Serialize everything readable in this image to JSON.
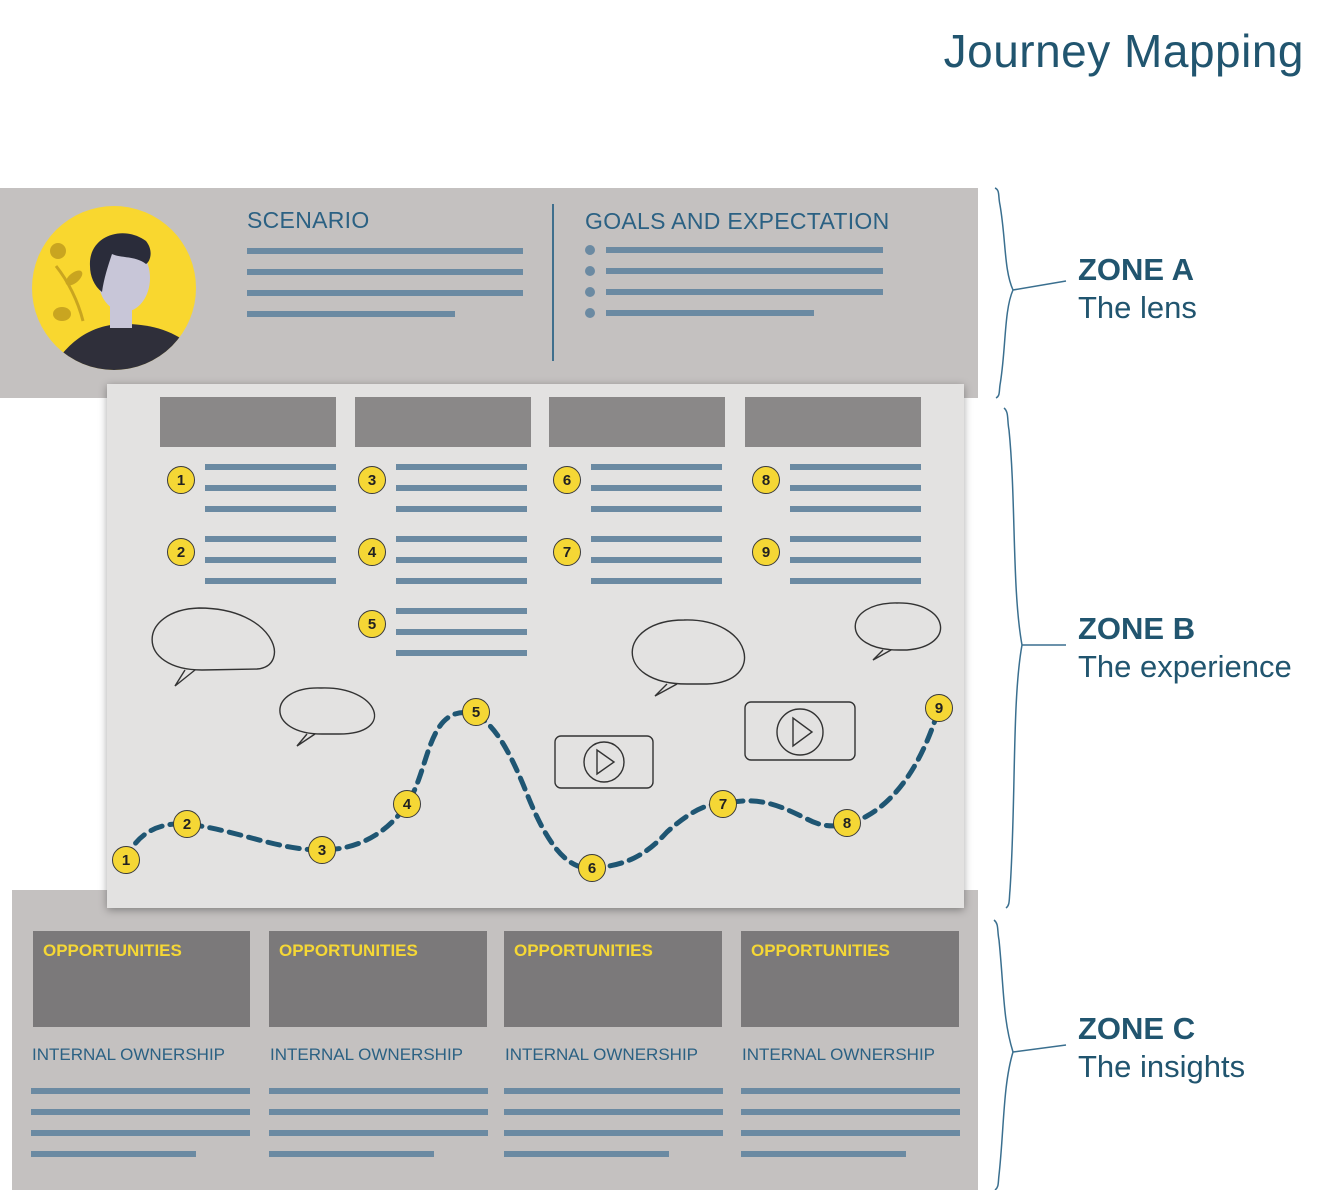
{
  "title": "Journey Mapping",
  "zone_a": {
    "scenario_heading": "SCENARIO",
    "goals_heading": "GOALS AND EXPECTATION"
  },
  "zones": [
    {
      "name": "ZONE A",
      "description": "The lens"
    },
    {
      "name": "ZONE B",
      "description": "The experience"
    },
    {
      "name": "ZONE C",
      "description": "The insights"
    }
  ],
  "steps": [
    "1",
    "2",
    "3",
    "4",
    "5",
    "6",
    "7",
    "8",
    "9"
  ],
  "zone_c": {
    "columns": [
      {
        "opportunities": "OPPORTUNITIES",
        "ownership": "INTERNAL OWNERSHIP"
      },
      {
        "opportunities": "OPPORTUNITIES",
        "ownership": "INTERNAL OWNERSHIP"
      },
      {
        "opportunities": "OPPORTUNITIES",
        "ownership": "INTERNAL OWNERSHIP"
      },
      {
        "opportunities": "OPPORTUNITIES",
        "ownership": "INTERNAL OWNERSHIP"
      }
    ]
  },
  "colors": {
    "accent": "#21556f",
    "highlight": "#f5d735",
    "panel": "#c4c1c0"
  }
}
